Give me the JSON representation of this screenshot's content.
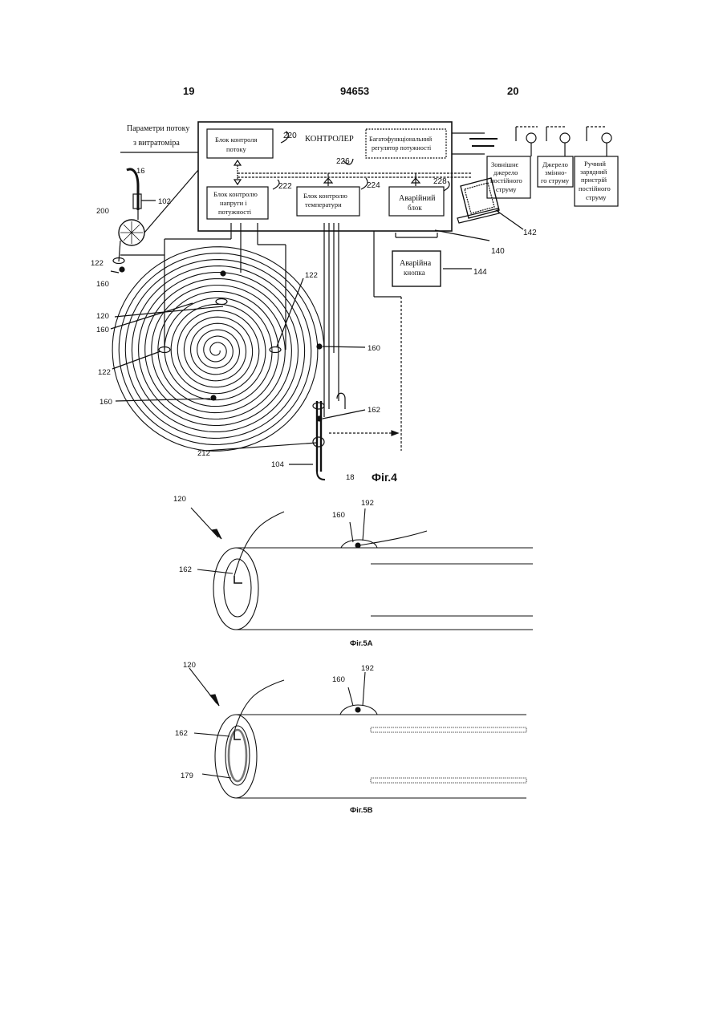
{
  "header": {
    "page_left": "19",
    "doc_number": "94653",
    "page_right": "20"
  },
  "fig4": {
    "caption": "Фіг.4",
    "inlet_label_1": "Параметри потоку",
    "inlet_label_2": "з витратоміра",
    "controller_title": "КОНТРОЛЕР",
    "flow_block_1": "Блок контроля",
    "flow_block_2": "потоку",
    "power_reg_1": "Багатофункціональний",
    "power_reg_2": "регулятор потужності",
    "power_block_1": "Блок контролю",
    "power_block_2": "напруги і",
    "power_block_3": "потужності",
    "temp_block_1": "Блок контролю",
    "temp_block_2": "температури",
    "emerg_block_1": "Аварійний",
    "emerg_block_2": "блок",
    "emerg_button_1": "Аварійна",
    "emerg_button_2": "кнопка",
    "ext_dc_1": "Зовнішнє",
    "ext_dc_2": "джерело",
    "ext_dc_3": "постійного",
    "ext_dc_4": "струму",
    "ac_1": "Джерело",
    "ac_2": "змінно-",
    "ac_3": "го струму",
    "manual_1": "Ручний",
    "manual_2": "зарядний",
    "manual_3": "пристрій",
    "manual_4": "постійного",
    "manual_5": "струму",
    "refs": {
      "r220": "220",
      "r226": "226",
      "r222": "222",
      "r224": "224",
      "r228": "228",
      "r16": "16",
      "r102": "102",
      "r200": "200",
      "r122a": "122",
      "r160a": "160",
      "r120": "120",
      "r160b": "160",
      "r122b": "122",
      "r122c": "122",
      "r160c": "160",
      "r160d": "160",
      "r162": "162",
      "r212": "212",
      "r104": "104",
      "r18": "18",
      "r142": "142",
      "r140": "140",
      "r144": "144"
    }
  },
  "fig5a": {
    "caption": "Фіг.5A",
    "r120": "120",
    "r160": "160",
    "r192": "192",
    "r162": "162"
  },
  "fig5b": {
    "caption": "Фіг.5B",
    "r120": "120",
    "r160": "160",
    "r192": "192",
    "r162": "162",
    "r179": "179"
  }
}
